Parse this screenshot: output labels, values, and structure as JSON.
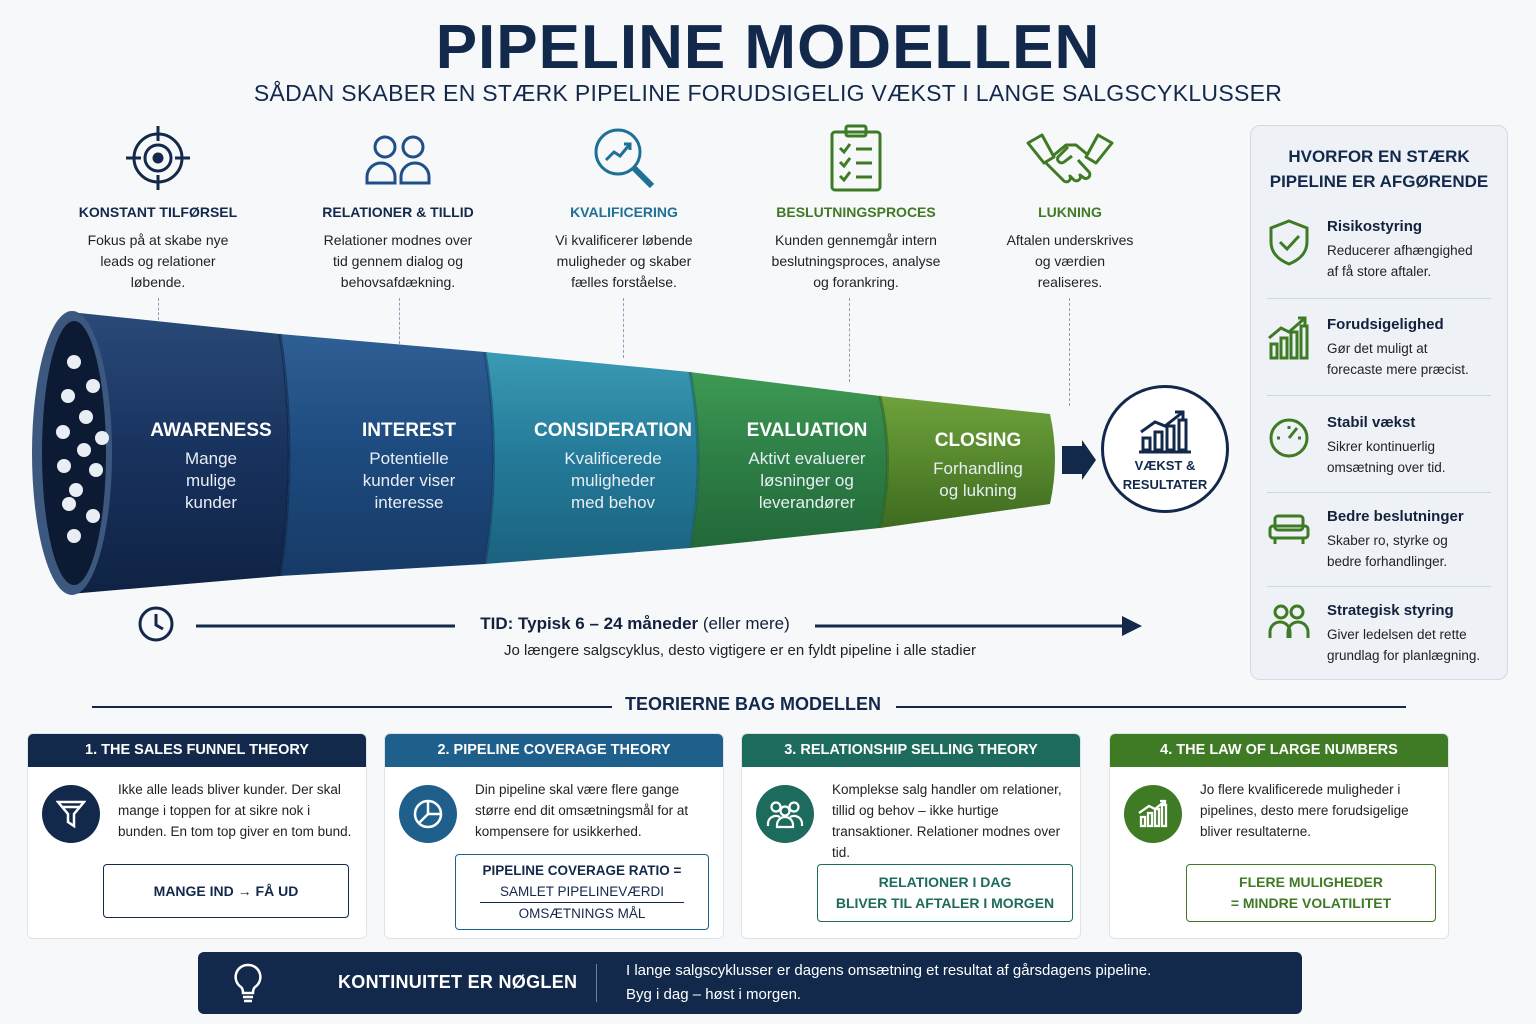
{
  "header": {
    "title": "PIPELINE MODELLEN",
    "subtitle": "SÅDAN SKABER EN STÆRK PIPELINE FORUDSIGELIG VÆKST I LANGE SALGSCYKLUSSER"
  },
  "stages": [
    {
      "name": "KONSTANT TILFØRSEL",
      "l1": "Fokus på at skabe nye",
      "l2": "leads og relationer",
      "l3": "løbende.",
      "icon": "target-icon",
      "color": "#13294b"
    },
    {
      "name": "RELATIONER & TILLID",
      "l1": "Relationer modnes over",
      "l2": "tid gennem dialog og",
      "l3": "behovsafdækning.",
      "icon": "people-icon",
      "color": "#13294b"
    },
    {
      "name": "KVALIFICERING",
      "l1": "Vi kvalificerer løbende",
      "l2": "muligheder og skaber",
      "l3": "fælles forståelse.",
      "icon": "magnifier-chart-icon",
      "color": "#1f6f96"
    },
    {
      "name": "BESLUTNINGSPROCES",
      "l1": "Kunden gennemgår intern",
      "l2": "beslutningsproces, analyse",
      "l3": "og forankring.",
      "icon": "clipboard-checklist-icon",
      "color": "#3f7a24"
    },
    {
      "name": "LUKNING",
      "l1": "Aftalen underskrives",
      "l2": "og værdien",
      "l3": "realiseres.",
      "icon": "handshake-icon",
      "color": "#3f7a24"
    }
  ],
  "funnel": [
    {
      "title": "AWARENESS",
      "l1": "Mange",
      "l2": "mulige",
      "l3": "kunder"
    },
    {
      "title": "INTEREST",
      "l1": "Potentielle",
      "l2": "kunder viser",
      "l3": "interesse"
    },
    {
      "title": "CONSIDERATION",
      "l1": "Kvalificerede",
      "l2": "muligheder",
      "l3": "med behov"
    },
    {
      "title": "EVALUATION",
      "l1": "Aktivt evaluerer",
      "l2": "løsninger og",
      "l3": "leverandører"
    },
    {
      "title": "CLOSING",
      "l1": "Forhandling",
      "l2": "og lukning"
    }
  ],
  "result": {
    "l1": "VÆKST &",
    "l2": "RESULTATER"
  },
  "time": {
    "bold": "TID: Typisk 6 – 24 måneder",
    "normal": " (eller mere)",
    "sub": "Jo længere salgscyklus, desto vigtigere er en fyldt pipeline i alle stadier"
  },
  "panel": {
    "title_l1": "HVORFOR EN STÆRK",
    "title_l2": "PIPELINE ER AFGØRENDE",
    "items": [
      {
        "title": "Risikostyring",
        "l1": "Reducerer afhængighed",
        "l2": "af få store aftaler.",
        "icon": "shield-check-icon"
      },
      {
        "title": "Forudsigelighed",
        "l1": "Gør det muligt at",
        "l2": "forecaste mere præcist.",
        "icon": "bar-chart-up-icon"
      },
      {
        "title": "Stabil vækst",
        "l1": "Sikrer kontinuerlig",
        "l2": "omsætning over tid.",
        "icon": "gauge-icon"
      },
      {
        "title": "Bedre beslutninger",
        "l1": "Skaber ro, styrke og",
        "l2": "bedre forhandlinger.",
        "icon": "sofa-icon"
      },
      {
        "title": "Strategisk styring",
        "l1": "Giver ledelsen det rette",
        "l2": "grundlag for planlægning.",
        "icon": "team-icon"
      }
    ]
  },
  "theories": {
    "heading": "TEORIERNE BAG MODELLEN",
    "cards": [
      {
        "head": "1. THE SALES FUNNEL THEORY",
        "l1": "Ikke alle leads bliver kunder. Der skal",
        "l2": "mange i toppen for at sikre nok i",
        "l3": "bunden. En tom top giver en tom bund.",
        "box1": "MANGE IND → FÅ UD",
        "color": "#13294b",
        "icon": "funnel-icon"
      },
      {
        "head": "2. PIPELINE COVERAGE THEORY",
        "l1": "Din pipeline skal være flere gange",
        "l2": "større end dit omsætningsmål for at",
        "l3": "kompensere for usikkerhed.",
        "box1": "PIPELINE COVERAGE RATIO =",
        "box2": "SAMLET PIPELINEVÆRDI",
        "box3": "OMSÆTNINGS MÅL",
        "color": "#1f5f8b",
        "icon": "pie-chart-icon"
      },
      {
        "head": "3. RELATIONSHIP SELLING THEORY",
        "l1": "Komplekse salg handler om relationer,",
        "l2": "tillid og behov – ikke hurtige",
        "l3": "transaktioner. Relationer modnes over tid.",
        "box1": "RELATIONER I DAG",
        "box2": "BLIVER TIL AFTALER I MORGEN",
        "color": "#1d6b5c",
        "icon": "group-icon"
      },
      {
        "head": "4. THE LAW OF LARGE NUMBERS",
        "l1": "Jo flere kvalificerede muligheder i",
        "l2": "pipelines, desto mere forudsigelige",
        "l3": "bliver resultaterne.",
        "box1": "FLERE MULIGHEDER",
        "box2": "= MINDRE VOLATILITET",
        "color": "#3f7a24",
        "icon": "growth-chart-icon"
      }
    ]
  },
  "banner": {
    "title": "KONTINUITET ER NØGLEN",
    "l1": "I lange salgscyklusser er dagens omsætning et resultat af gårsdagens pipeline.",
    "l2": "Byg i dag – høst i morgen.",
    "icon": "lightbulb-icon"
  }
}
